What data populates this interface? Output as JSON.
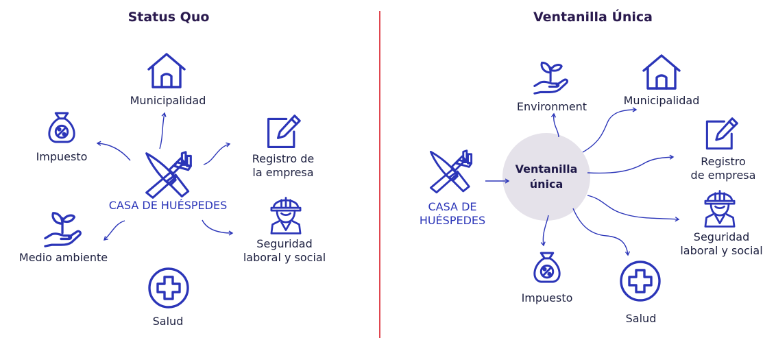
{
  "colors": {
    "primary": "#2b35b8",
    "title": "#2a1a4e",
    "divider": "#e04750",
    "hub": "#e5e2ea"
  },
  "left": {
    "title": "Status Quo",
    "center_label": "CASA DE HUÉSPEDES",
    "center_icon": "fork-knife-icon",
    "nodes": {
      "municipalidad": {
        "label": "Municipalidad",
        "icon": "house-icon"
      },
      "impuesto": {
        "label": "Impuesto",
        "icon": "money-bag-icon"
      },
      "registro": {
        "label": "Registro de\nla empresa",
        "icon": "edit-icon"
      },
      "medio": {
        "label": "Medio ambiente",
        "icon": "plant-hand-icon"
      },
      "seguridad": {
        "label": "Seguridad\nlaboral y social",
        "icon": "worker-icon"
      },
      "salud": {
        "label": "Salud",
        "icon": "health-cross-icon"
      }
    }
  },
  "right": {
    "title": "Ventanilla Única",
    "source_label": "CASA DE\nHUÉSPEDES",
    "source_icon": "fork-knife-icon",
    "hub_label": "Ventanilla\núnica",
    "nodes": {
      "environment": {
        "label": "Environment",
        "icon": "plant-hand-icon"
      },
      "municipalidad": {
        "label": "Municipalidad",
        "icon": "house-icon"
      },
      "registro": {
        "label": "Registro\nde empresa",
        "icon": "edit-icon"
      },
      "seguridad": {
        "label": "Seguridad\nlaboral y social",
        "icon": "worker-icon"
      },
      "salud": {
        "label": "Salud",
        "icon": "health-cross-icon"
      },
      "impuesto": {
        "label": "Impuesto",
        "icon": "money-bag-icon"
      }
    }
  }
}
